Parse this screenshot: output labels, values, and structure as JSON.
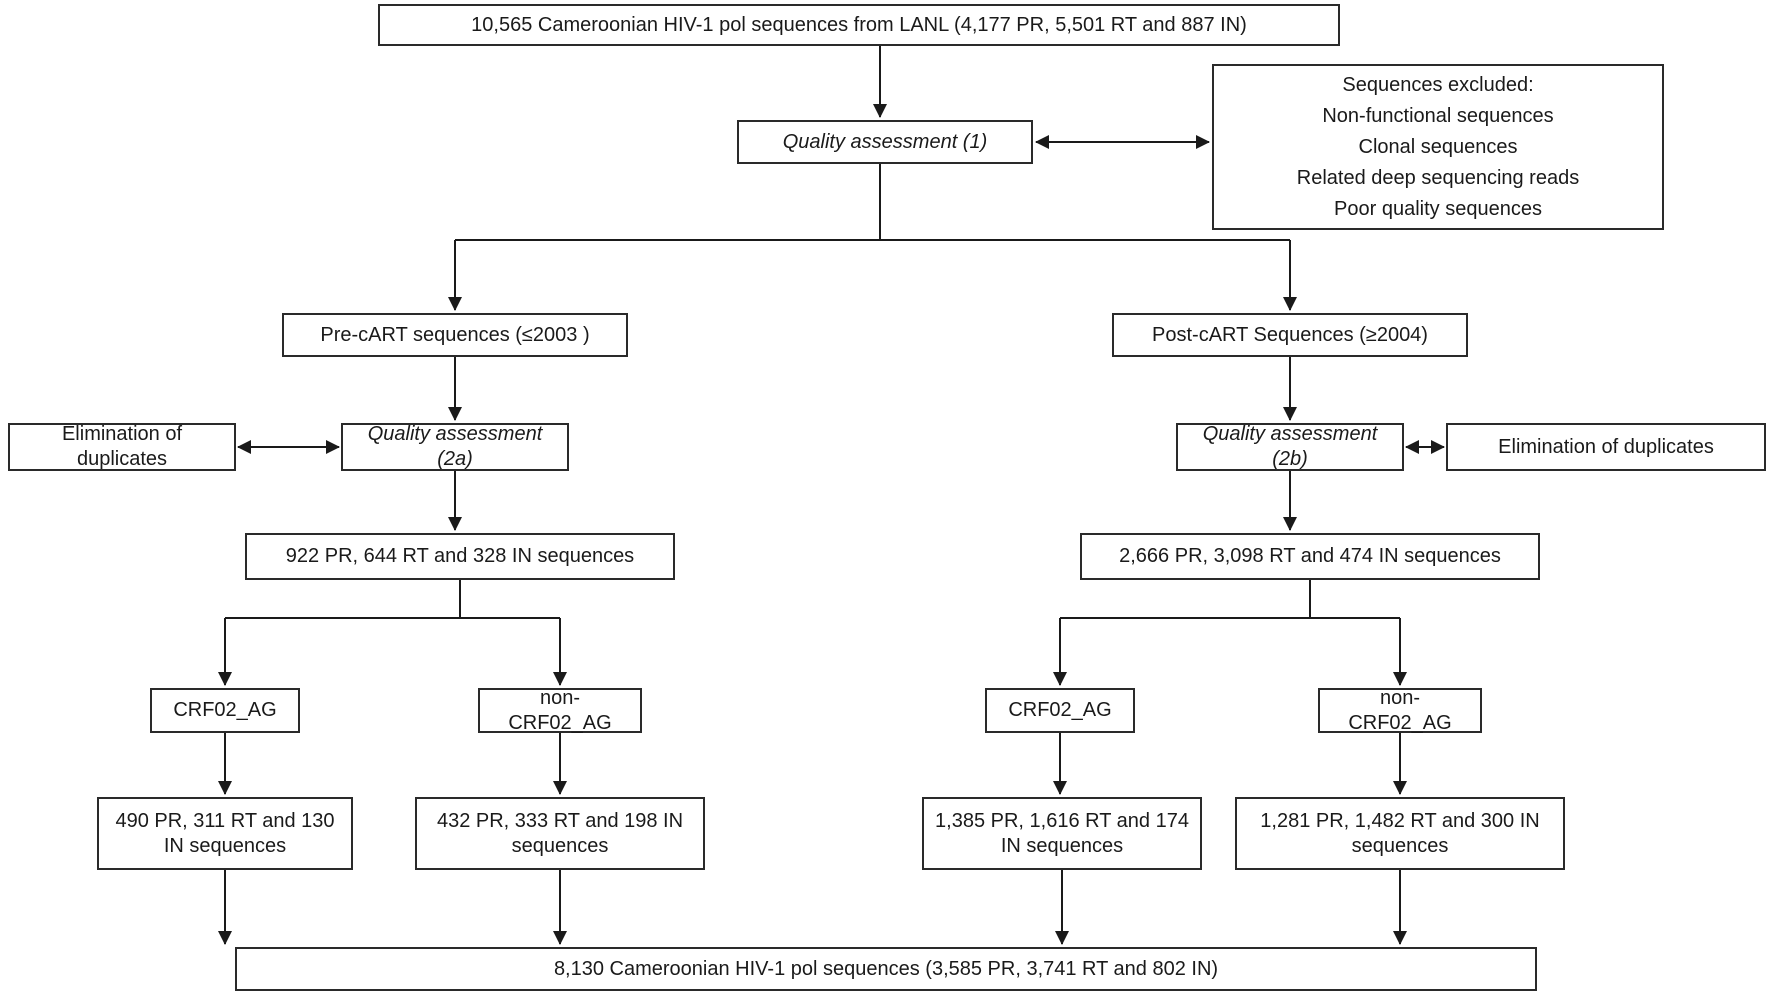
{
  "flowchart": {
    "source": {
      "label": "10,565 Cameroonian HIV-1 pol sequences from LANL (4,177 PR, 5,501 RT and 887 IN)"
    },
    "quality_assessment_1": {
      "label": "Quality assessment (1)"
    },
    "excluded": {
      "title": "Sequences excluded:",
      "items": [
        "Non-functional sequences",
        "Clonal sequences",
        "Related deep sequencing reads",
        "Poor quality sequences"
      ]
    },
    "pre_cart": {
      "label": "Pre-cART sequences (≤2003 )"
    },
    "post_cart": {
      "label": "Post-cART Sequences (≥2004)"
    },
    "elimination_left": {
      "label": "Elimination of duplicates"
    },
    "quality_assessment_2a": {
      "label": "Quality assessment (2a)"
    },
    "quality_assessment_2b": {
      "label": "Quality assessment (2b)"
    },
    "elimination_right": {
      "label": "Elimination of duplicates"
    },
    "pre_counts": {
      "label": "922 PR, 644 RT and 328 IN sequences"
    },
    "post_counts": {
      "label": "2,666 PR, 3,098 RT and 474 IN sequences"
    },
    "pre_crf02ag": {
      "label": "CRF02_AG"
    },
    "pre_non_crf02ag": {
      "label": "non-CRF02_AG"
    },
    "post_crf02ag": {
      "label": "CRF02_AG"
    },
    "post_non_crf02ag": {
      "label": "non-CRF02_AG"
    },
    "pre_crf02ag_counts": {
      "label": "490 PR, 311 RT and 130 IN sequences"
    },
    "pre_non_crf02ag_counts": {
      "label": "432 PR, 333 RT and 198 IN sequences"
    },
    "post_crf02ag_counts": {
      "label": "1,385 PR, 1,616 RT and 174 IN sequences"
    },
    "post_non_crf02ag_counts": {
      "label": "1,281 PR, 1,482 RT and 300 IN sequences"
    },
    "final": {
      "label": "8,130 Cameroonian HIV-1 pol sequences (3,585 PR, 3,741 RT and 802 IN)"
    }
  },
  "colors": {
    "background": "#ffffff",
    "border": "#2a2a2a",
    "line": "#1a1a1a",
    "text": "#1a1a1a"
  }
}
